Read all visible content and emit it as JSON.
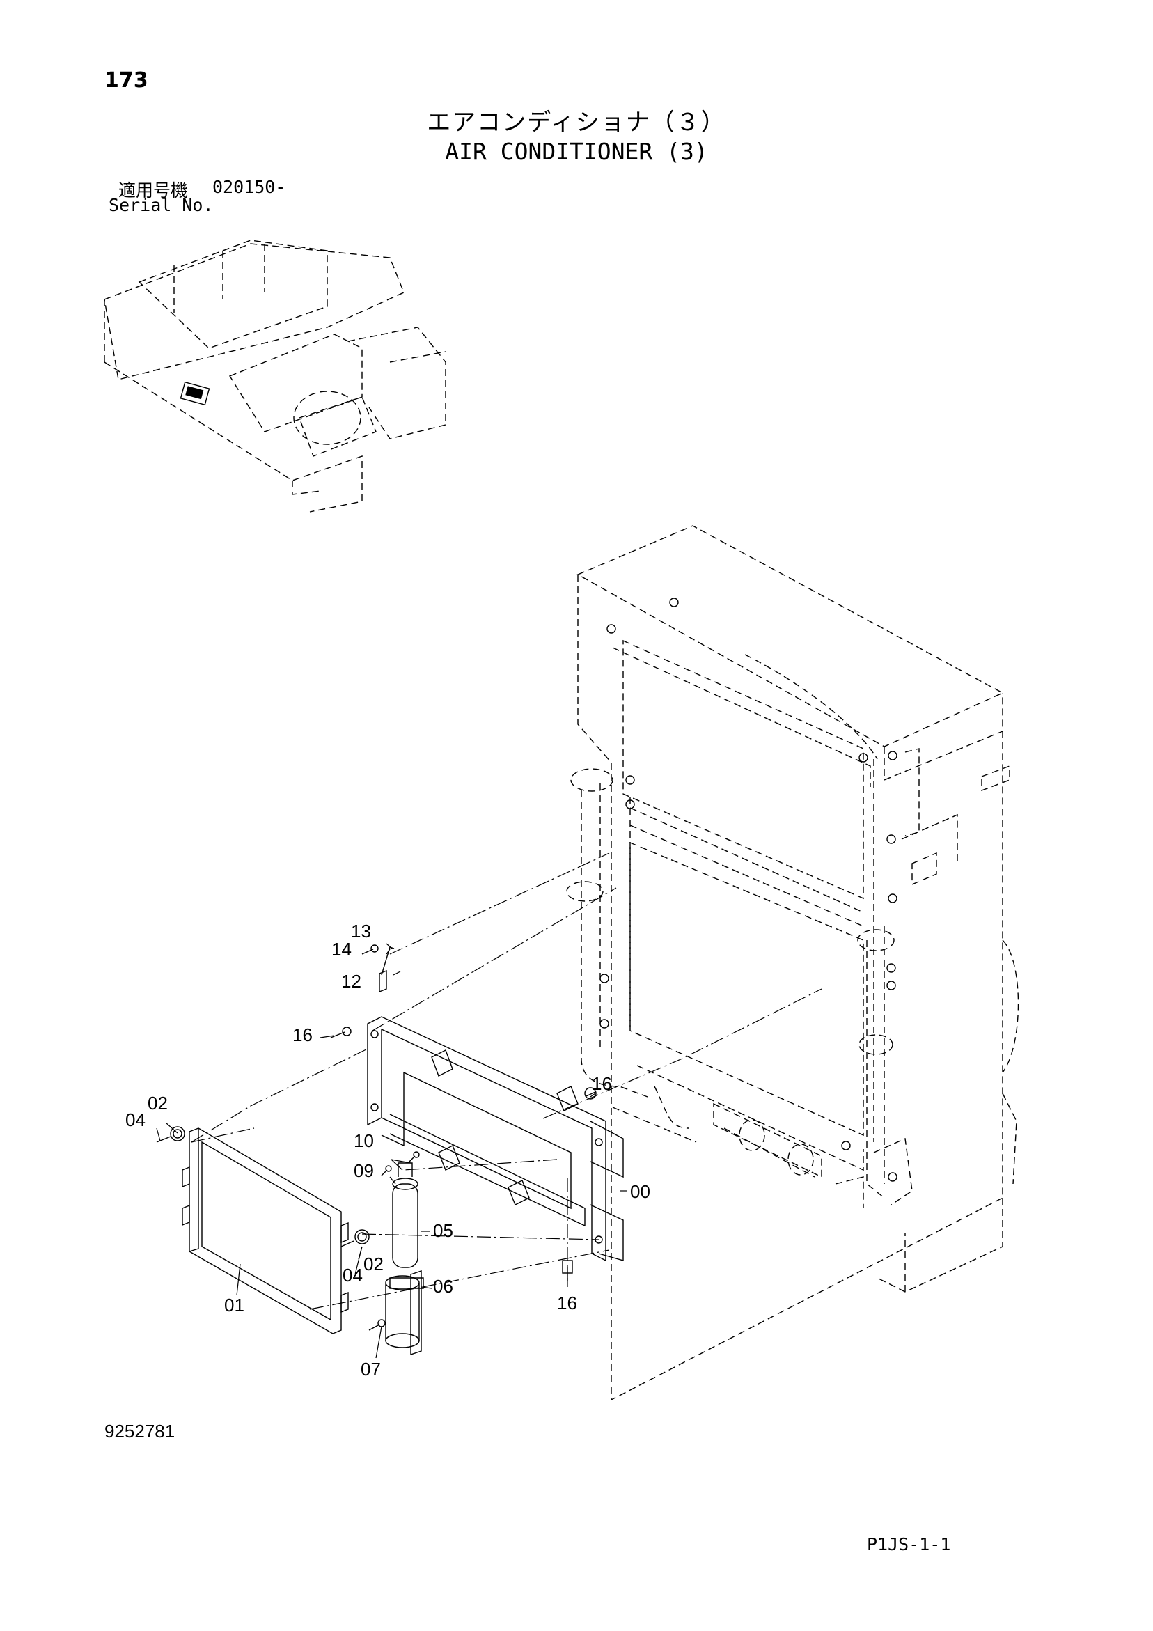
{
  "header": {
    "page_number": "173",
    "title_jp": "エアコンディショナ（３）",
    "title_en": "AIR CONDITIONER (3)",
    "serial_label_jp": "適用号機",
    "serial_value": "020150-",
    "serial_label_en": "Serial No."
  },
  "callouts": {
    "c13": "13",
    "c14": "14",
    "c12": "12",
    "c16a": "16",
    "c02a": "02",
    "c04a": "04",
    "c16b": "16",
    "c10": "10",
    "c09": "09",
    "c00": "00",
    "c05": "05",
    "c02b": "02",
    "c04b": "04",
    "c06": "06",
    "c01": "01",
    "c16c": "16",
    "c07": "07"
  },
  "footer": {
    "doc_number": "9252781",
    "page_code": "P1JS-1-1"
  }
}
